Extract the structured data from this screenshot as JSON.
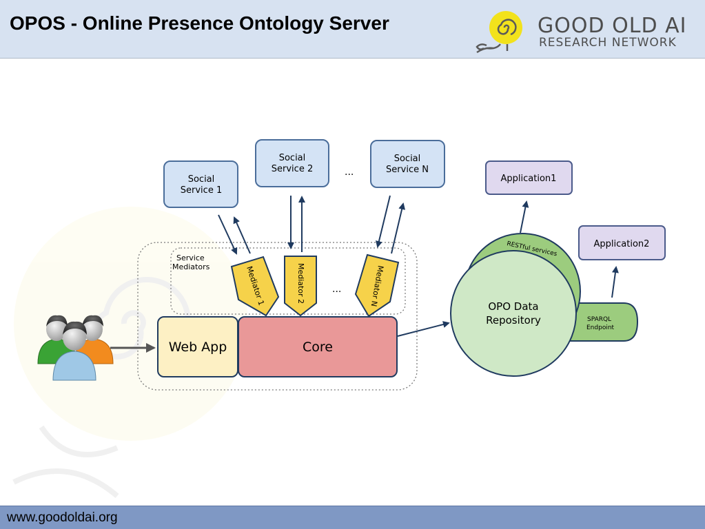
{
  "slide": {
    "title": "OPOS - Online Presence Ontology Server",
    "footer_url": "www.goodoldai.org"
  },
  "logo": {
    "line1": "GOOD OLD AI",
    "line2": "RESEARCH NETWORK"
  },
  "diagram": {
    "social_services": [
      {
        "line1": "Social",
        "line2": "Service 1"
      },
      {
        "line1": "Social",
        "line2": "Service 2"
      },
      {
        "line1": "Social",
        "line2": "Service N"
      }
    ],
    "ellipsis": "...",
    "mediators_group_label": {
      "line1": "Service",
      "line2": "Mediators"
    },
    "mediators": [
      "Mediator 1",
      "Mediator 2",
      "Mediator N"
    ],
    "web_app": "Web App",
    "core": "Core",
    "repository": {
      "line1": "OPO Data",
      "line2": "Repository"
    },
    "restful_label": "RESTful services",
    "sparql": {
      "line1": "SPARQL",
      "line2": "Endpoint"
    },
    "applications": [
      "Application1",
      "Application2"
    ]
  },
  "colors": {
    "header_bg": "#d7e2f1",
    "footer_bg": "#7f98c4",
    "service_fill": "#d4e3f5",
    "service_stroke": "#4a6d9a",
    "app_fill": "#e0d9ef",
    "app_stroke": "#4a5a8a",
    "mediator_fill": "#f6d24a",
    "webapp_fill": "#fdf0c4",
    "core_fill": "#e99898",
    "repo_fill": "#cfe8c6",
    "green_fill": "#9ccc7e"
  }
}
